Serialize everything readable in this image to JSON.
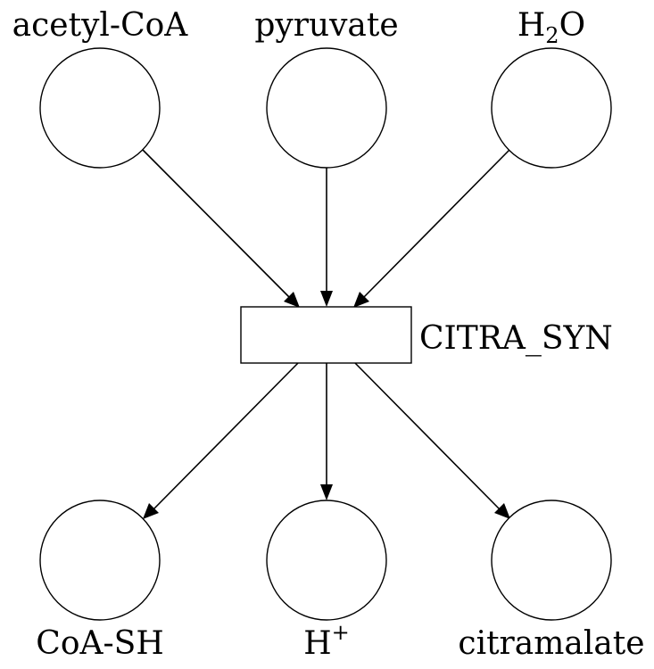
{
  "reaction": {
    "name": "CITRA_SYN"
  },
  "inputs": [
    {
      "name": "acetyl-CoA"
    },
    {
      "name": "pyruvate"
    },
    {
      "name": "H",
      "sub": "2",
      "tail": "O"
    }
  ],
  "outputs": [
    {
      "name": "CoA-SH"
    },
    {
      "name": "H",
      "sup": "+"
    },
    {
      "name": "citramalate"
    }
  ],
  "colors": {
    "stroke": "#000000",
    "fill": "#ffffff"
  }
}
